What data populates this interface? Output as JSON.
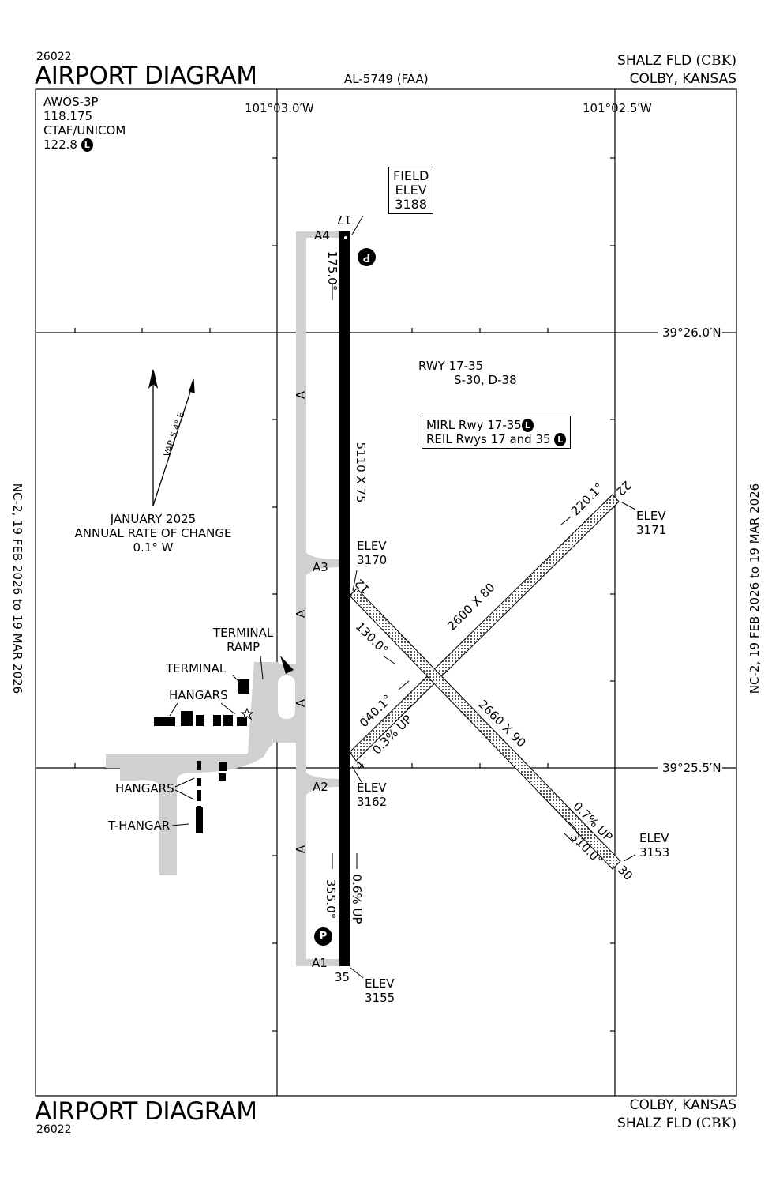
{
  "header": {
    "chart_number": "26022",
    "title": "AIRPORT DIAGRAM",
    "procedure_id": "AL-5749 (FAA)",
    "airport_name": "SHALZ FLD",
    "airport_id": "(CBK)",
    "location": "COLBY, KANSAS"
  },
  "footer": {
    "title": "AIRPORT DIAGRAM",
    "chart_number": "26022",
    "location": "COLBY, KANSAS",
    "airport_name": "SHALZ FLD",
    "airport_id": "(CBK)"
  },
  "margin": {
    "effective_dates": "NC-2,  19 FEB 2026  to  19 MAR 2026"
  },
  "comms": {
    "awos": "AWOS-3P",
    "awos_freq": "118.175",
    "ctaf_label": "CTAF/UNICOM",
    "ctaf_freq": "122.8",
    "lighting_symbol": "L"
  },
  "grid": {
    "lon_west": "101°03.0′W",
    "lon_east": "101°02.5′W",
    "lat_north": "39°26.0′N",
    "lat_south": "39°25.5′N"
  },
  "field_elev": {
    "line1": "FIELD",
    "line2": "ELEV",
    "value": "3188"
  },
  "magnetic": {
    "var": "VAR 5.4° E",
    "date": "JANUARY 2025",
    "rate_label": "ANNUAL RATE OF CHANGE",
    "rate": "0.1° W"
  },
  "runway_17_35": {
    "name": "RWY 17-35",
    "strength": "S-30, D-38",
    "dimensions": "5110 X 75",
    "end_17": "17",
    "end_35": "35",
    "hdg_175": "175.0°",
    "hdg_355": "355.0°",
    "gradient": "0.6% UP",
    "elev_35_label": "ELEV",
    "elev_35": "3155"
  },
  "lighting": {
    "mirl": "MIRL Rwy 17-35",
    "reil": "REIL Rwys 17 and 35",
    "symbol": "L"
  },
  "runway_4_22": {
    "dimensions": "2600 X 80",
    "end_4": "4",
    "end_22": "22",
    "hdg_040": "040.1°",
    "hdg_220": "220.1°",
    "gradient": "0.3% UP",
    "elev_4_label": "ELEV",
    "elev_4": "3162",
    "elev_22_label": "ELEV",
    "elev_22": "3171"
  },
  "runway_12_30": {
    "dimensions": "2660 X 90",
    "end_12": "12",
    "end_30": "30",
    "hdg_130": "130.0°",
    "hdg_310": "310.0°",
    "gradient": "0.7% UP",
    "elev_12_label": "ELEV",
    "elev_12": "3170",
    "elev_30_label": "ELEV",
    "elev_30": "3153"
  },
  "taxiways": {
    "a": "A",
    "a1": "A1",
    "a2": "A2",
    "a3": "A3",
    "a4": "A4"
  },
  "facilities": {
    "terminal_ramp_1": "TERMINAL",
    "terminal_ramp_2": "RAMP",
    "terminal": "TERMINAL",
    "hangars_north": "HANGARS",
    "hangars_south": "HANGARS",
    "t_hangar": "T-HANGAR"
  },
  "hot_spots": {
    "p": "P"
  }
}
